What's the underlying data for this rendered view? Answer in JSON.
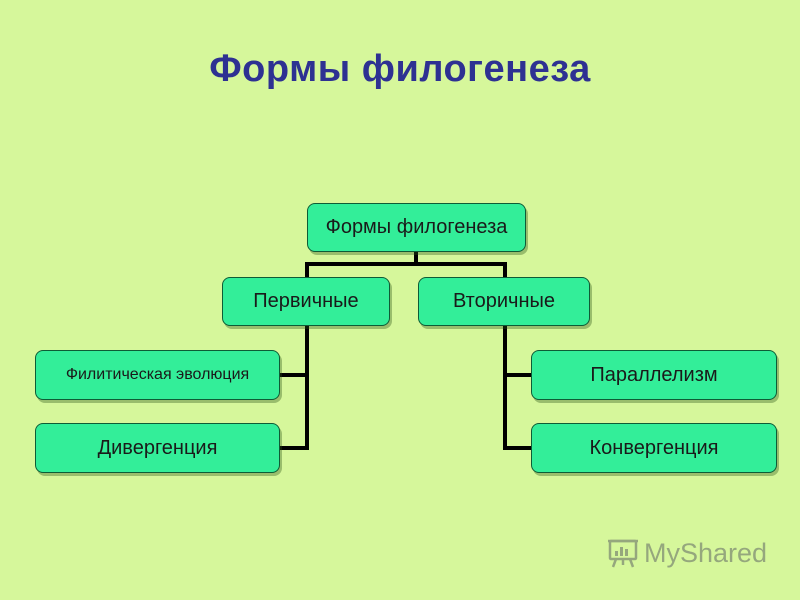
{
  "slide": {
    "title": "Формы филогенеза"
  },
  "diagram": {
    "root": "Формы филогенеза",
    "primary": {
      "label": "Первичные",
      "children": [
        "Филитическая эволюция",
        "Дивергенция"
      ]
    },
    "secondary": {
      "label": "Вторичные",
      "children": [
        "Параллелизм",
        "Конвергенция"
      ]
    }
  },
  "colors": {
    "background": "#d6f79b",
    "node_fill": "#33ee99",
    "title": "#2e3192",
    "connector": "#000000"
  },
  "watermark": {
    "text": "MyShared",
    "icon": "presentation-board-icon"
  }
}
